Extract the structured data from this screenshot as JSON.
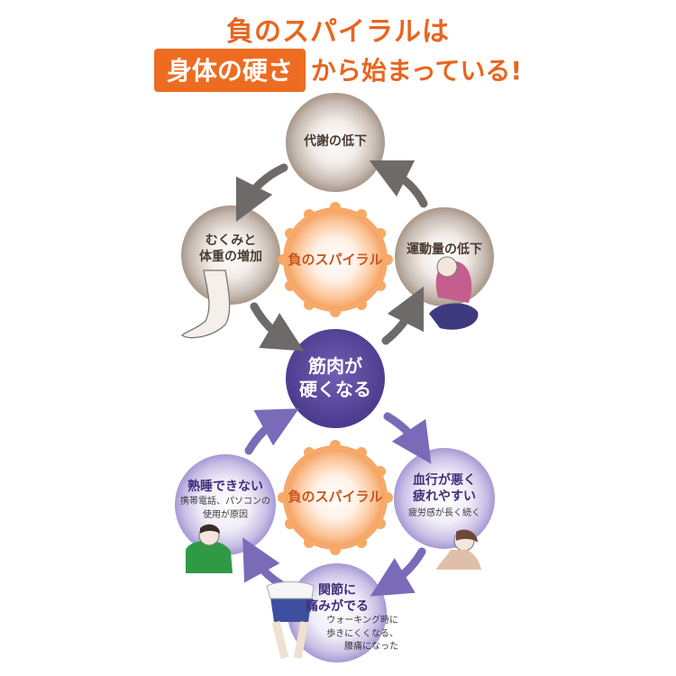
{
  "header": {
    "line1": "負のスパイラルは",
    "highlight": "身体の硬さ",
    "line2_rest": "から始まっている!"
  },
  "top_cycle": {
    "center_label": "負のスパイラル",
    "nodes": [
      {
        "label": "代謝の低下"
      },
      {
        "label": "運動量の低下"
      },
      {
        "label": "むくみと\n体重の増加"
      }
    ]
  },
  "center": {
    "label": "筋肉が\n硬くなる"
  },
  "bottom_cycle": {
    "center_label": "負のスパイラル",
    "nodes": [
      {
        "label": "血行が悪く\n疲れやすい",
        "note": "疲労感が長く続く"
      },
      {
        "label": "関節に\n痛みがでる",
        "note": "ウォーキング時に\n歩きにくくなる、\n腰痛になった"
      },
      {
        "label": "熟睡できない",
        "note": "携帯電話、パソコンの\n使用が原因"
      }
    ]
  },
  "colors": {
    "accent": "#e8651e",
    "brown_node": "#9a8a7d",
    "purple_node": "#8f7fc6",
    "center_node": "#5b4a9e",
    "orange_core": "#f7a66a",
    "arrow_gray": "#6e6a6a",
    "arrow_purple": "#7a6bb8"
  }
}
